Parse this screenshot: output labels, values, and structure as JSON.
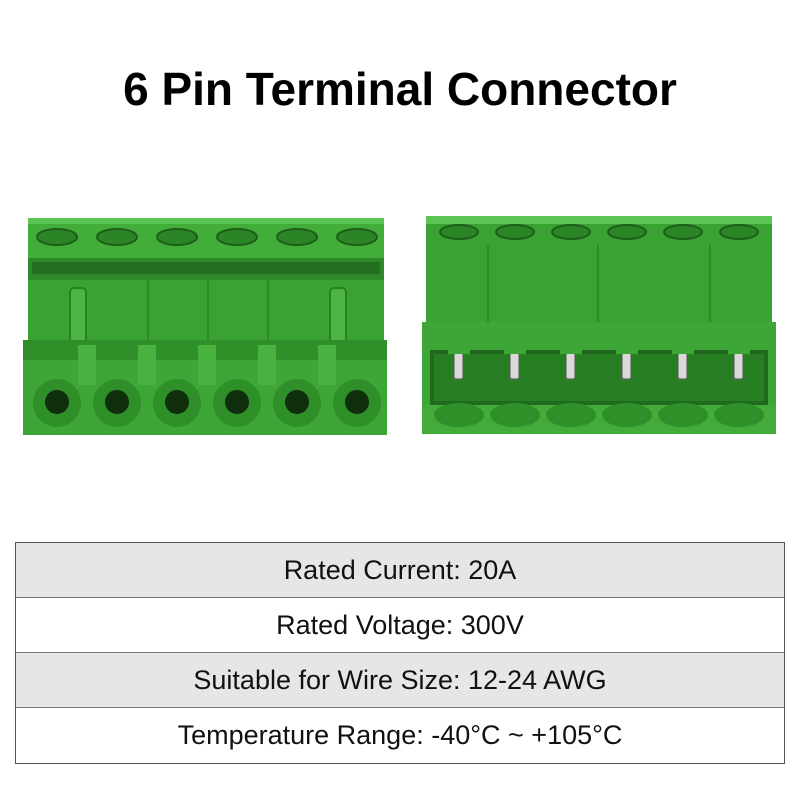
{
  "title": "6 Pin Terminal Connector",
  "colors": {
    "body_green": "#3aa232",
    "dark_green": "#1f6a1c",
    "row_shade": "#e6e6e6"
  },
  "specs": [
    "Rated Current: 20A",
    "Rated Voltage: 300V",
    "Suitable for Wire Size: 12-24 AWG",
    "Temperature Range: -40°C ~ +105°C"
  ]
}
